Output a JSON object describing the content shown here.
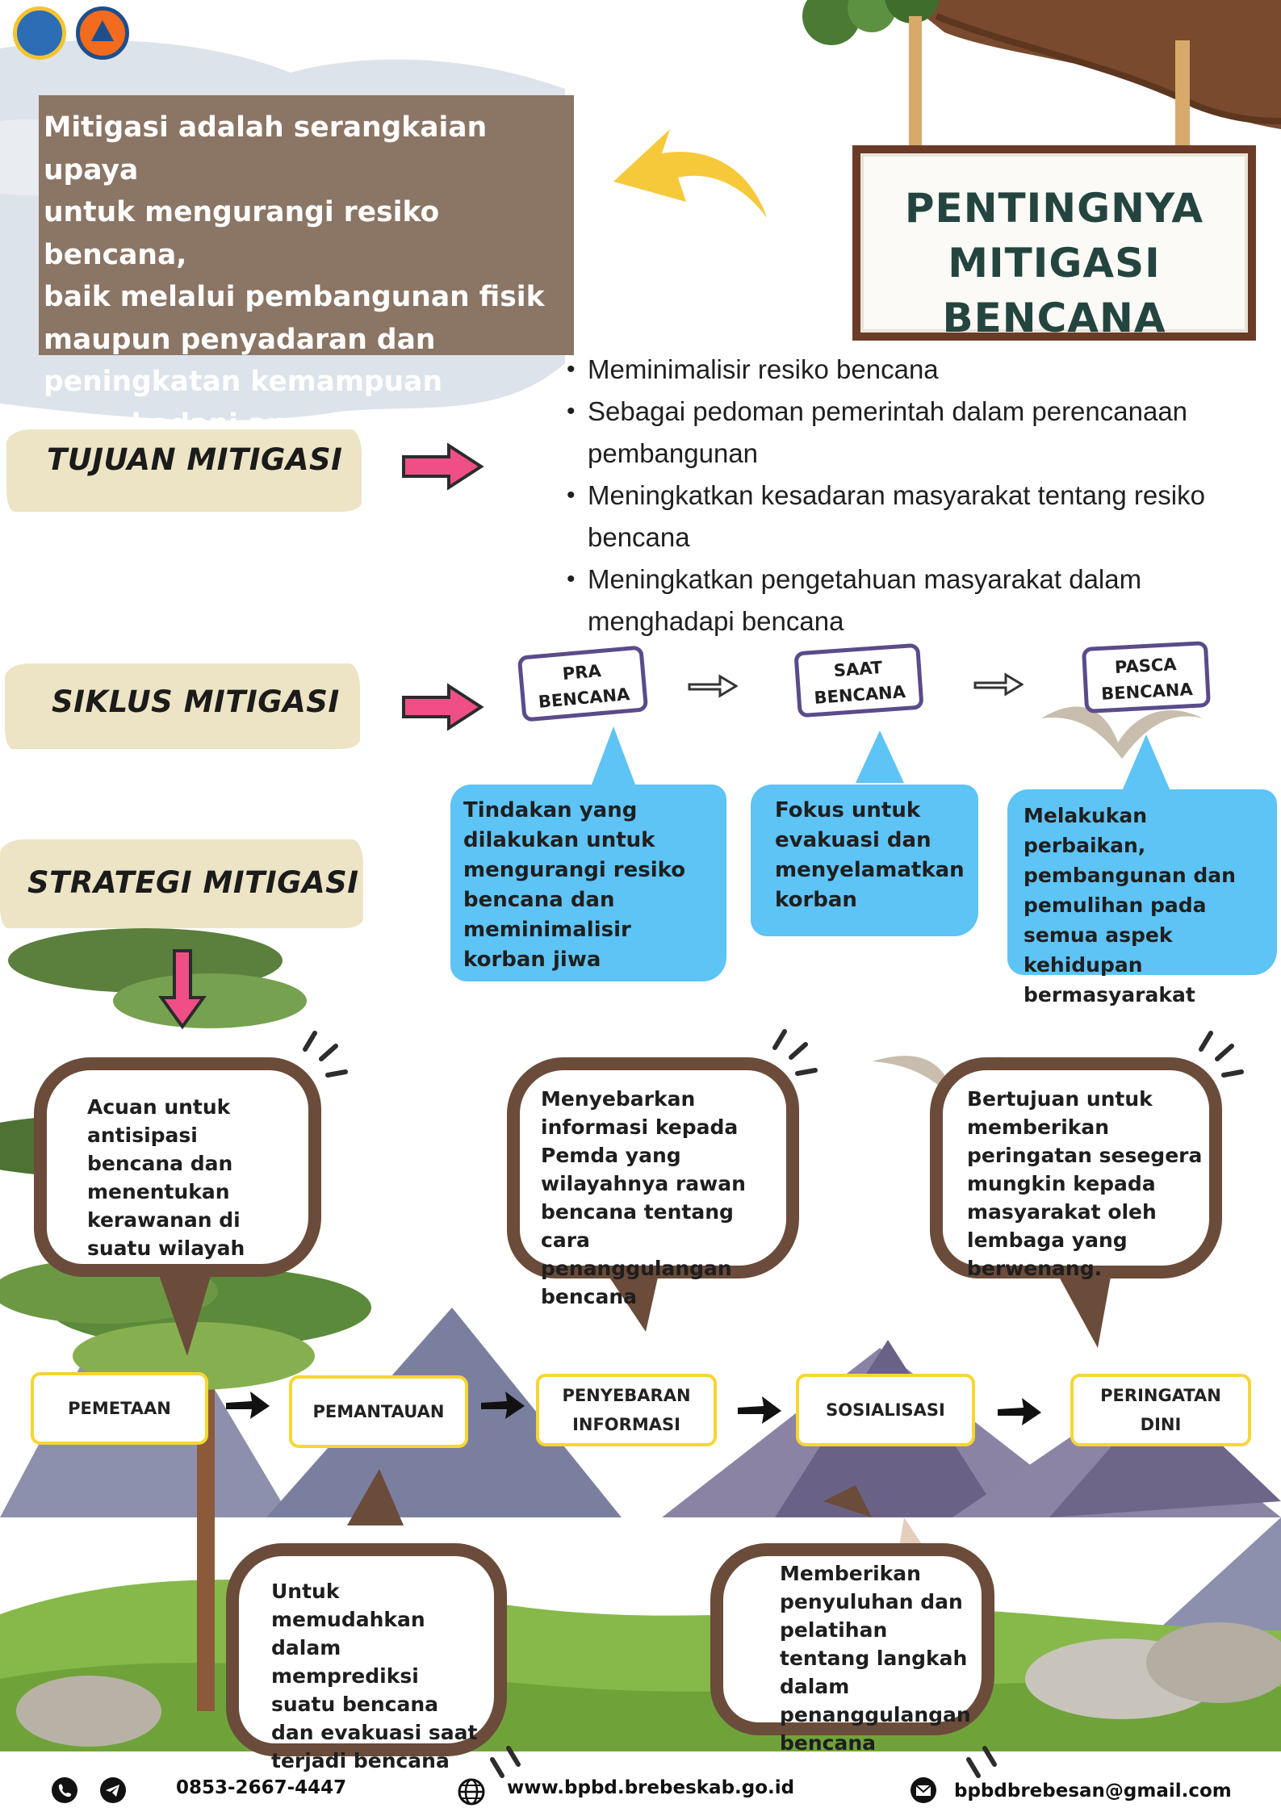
{
  "intro": {
    "line1": "Mitigasi adalah serangkaian upaya",
    "line2": "untuk mengurangi resiko bencana,",
    "line3": "baik melalui pembangunan fisik",
    "line4": "maupun penyadaran dan",
    "line5": "peningkatan kemampuan",
    "line6": "menghadapi ancaman bencana"
  },
  "sign": {
    "line1": "PENTINGNYA",
    "line2": "MITIGASI BENCANA"
  },
  "sections": {
    "tujuan": "TUJUAN MITIGASI",
    "siklus": "SIKLUS MITIGASI",
    "strategi": "STRATEGI MITIGASI"
  },
  "tujuan_items": [
    "Meminimalisir  resiko bencana",
    "Sebagai pedoman pemerintah dalam perencanaan pembangunan",
    "Meningkatkan kesadaran masyarakat tentang resiko bencana",
    "Meningkatkan pengetahuan masyarakat dalam menghadapi bencana"
  ],
  "siklus_phases": [
    {
      "line1": "PRA",
      "line2": "BENCANA",
      "desc": "Tindakan yang dilakukan untuk mengurangi resiko bencana  dan meminimalisir korban jiwa"
    },
    {
      "line1": "SAAT",
      "line2": "BENCANA",
      "desc": "Fokus untuk evakuasi dan menyelamatkan korban"
    },
    {
      "line1": "PASCA",
      "line2": "BENCANA",
      "desc": "Melakukan perbaikan, pembangunan dan pemulihan pada semua aspek kehidupan bermasyarakat"
    }
  ],
  "strategi_steps": [
    {
      "line1": "PEMETAAN",
      "line2": ""
    },
    {
      "line1": "PEMANTAUAN",
      "line2": ""
    },
    {
      "line1": "PENYEBARAN",
      "line2": "INFORMASI"
    },
    {
      "line1": "SOSIALISASI",
      "line2": ""
    },
    {
      "line1": "PERINGATAN",
      "line2": "DINI"
    }
  ],
  "strategi_desc": {
    "pemetaan": "Acuan untuk antisipasi bencana dan menentukan kerawanan di suatu wilayah",
    "pemantauan": "Untuk memudahkan dalam memprediksi suatu bencana dan evakuasi saat terjadi bencana",
    "penyebaran": "Menyebarkan informasi kepada Pemda yang wilayahnya rawan bencana tentang cara penanggulangan bencana",
    "sosialisasi": "Memberikan penyuluhan dan pelatihan tentang langkah dalam penanggulangan bencana",
    "peringatan": "Bertujuan untuk memberikan peringatan sesegera mungkin kepada masyarakat oleh lembaga yang berwenang."
  },
  "footer": {
    "phone": "0853-2667-4447",
    "website": "www.bpbd.brebeskab.go.id",
    "email": "bpbdbrebesan@gmail.com"
  },
  "colors": {
    "intro_bg": "#8b7565",
    "sign_text": "#24443f",
    "pink_arrow": "#ef4f86",
    "blue_bubble": "#5ec3f5",
    "brown_bubble": "#6b4b3a",
    "step_border": "#f6d632",
    "phase_border": "#5a4b8a",
    "yellow_arrow": "#f6c93a"
  },
  "icons": [
    "whatsapp-icon",
    "telegram-icon",
    "globe-icon",
    "mail-icon",
    "logo-pemda",
    "logo-bpbd"
  ]
}
